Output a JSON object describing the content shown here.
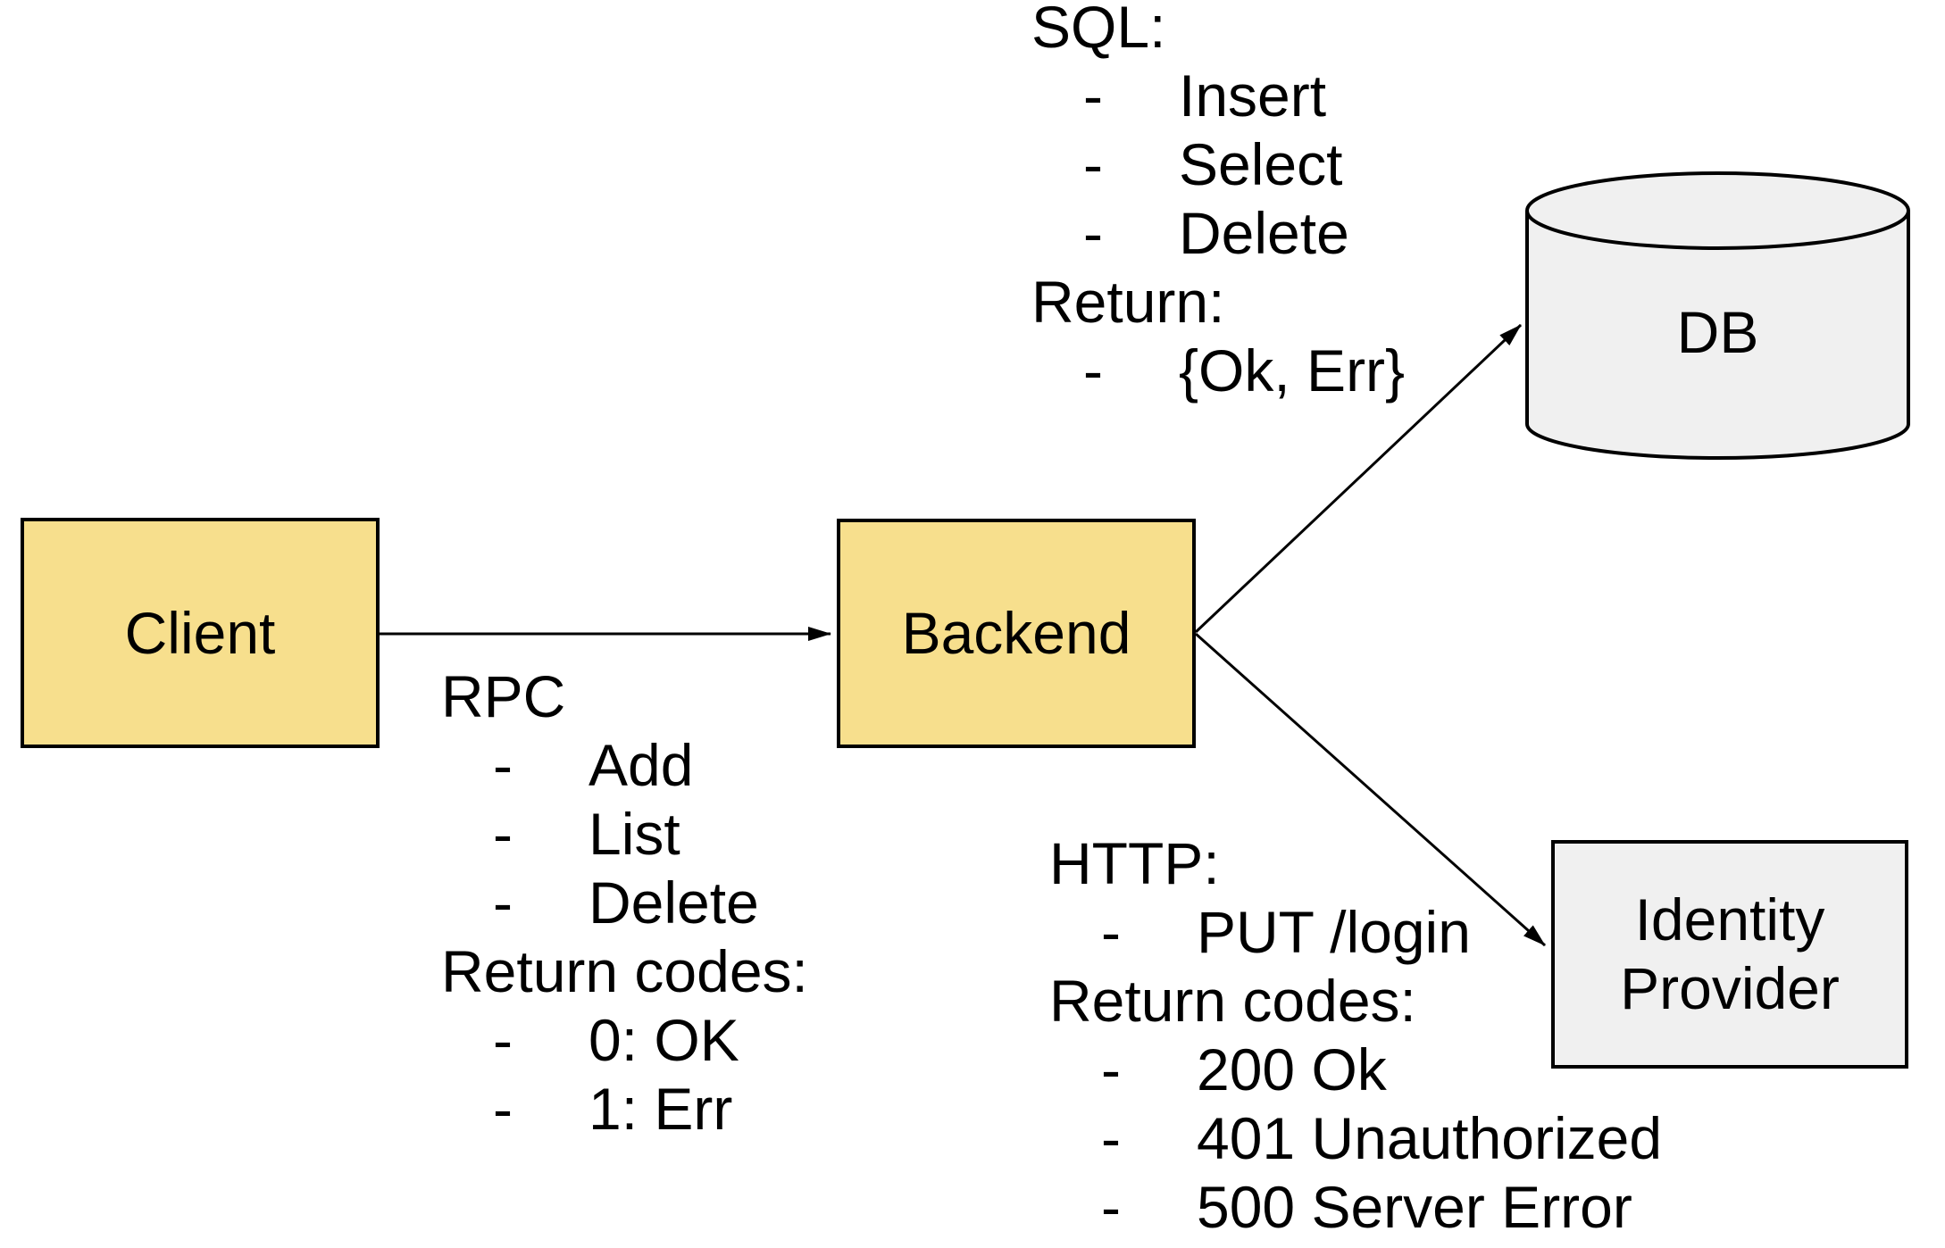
{
  "canvas": {
    "background": "#ffffff"
  },
  "colors": {
    "node_fill_yellow": "#f7df8d",
    "node_fill_gray": "#f0f0f0",
    "stroke": "#000000",
    "text": "#000000"
  },
  "bullet_marker": "-",
  "nodes": {
    "client": {
      "label": "Client",
      "fill": "#f7df8d",
      "shape": "rectangle"
    },
    "backend": {
      "label": "Backend",
      "fill": "#f7df8d",
      "shape": "rectangle"
    },
    "db": {
      "label": "DB",
      "fill": "#f0f0f0",
      "shape": "cylinder"
    },
    "identity_provider": {
      "lines": [
        "Identity",
        "Provider"
      ],
      "fill": "#f0f0f0",
      "shape": "rectangle"
    }
  },
  "edges": [
    {
      "from": "client",
      "to": "backend",
      "annotation": "rpc"
    },
    {
      "from": "backend",
      "to": "db",
      "annotation": "sql"
    },
    {
      "from": "backend",
      "to": "identity_provider",
      "annotation": "http"
    }
  ],
  "annotations": {
    "sql": {
      "lines": [
        {
          "type": "header",
          "text": "SQL:"
        },
        {
          "type": "bullet",
          "text": "Insert"
        },
        {
          "type": "bullet",
          "text": "Select"
        },
        {
          "type": "bullet",
          "text": "Delete"
        },
        {
          "type": "header",
          "text": "Return:"
        },
        {
          "type": "bullet",
          "text": "{Ok, Err}"
        }
      ]
    },
    "rpc": {
      "lines": [
        {
          "type": "header",
          "text": "RPC"
        },
        {
          "type": "bullet",
          "text": "Add"
        },
        {
          "type": "bullet",
          "text": "List"
        },
        {
          "type": "bullet",
          "text": "Delete"
        },
        {
          "type": "header",
          "text": "Return codes:"
        },
        {
          "type": "bullet",
          "text": "0: OK"
        },
        {
          "type": "bullet",
          "text": "1: Err"
        }
      ]
    },
    "http": {
      "lines": [
        {
          "type": "header",
          "text": "HTTP:"
        },
        {
          "type": "bullet",
          "text": "PUT /login"
        },
        {
          "type": "header",
          "text": "Return codes:"
        },
        {
          "type": "bullet",
          "text": "200 Ok"
        },
        {
          "type": "bullet",
          "text": "401 Unauthorized"
        },
        {
          "type": "bullet",
          "text": "500 Server Error"
        }
      ]
    }
  }
}
